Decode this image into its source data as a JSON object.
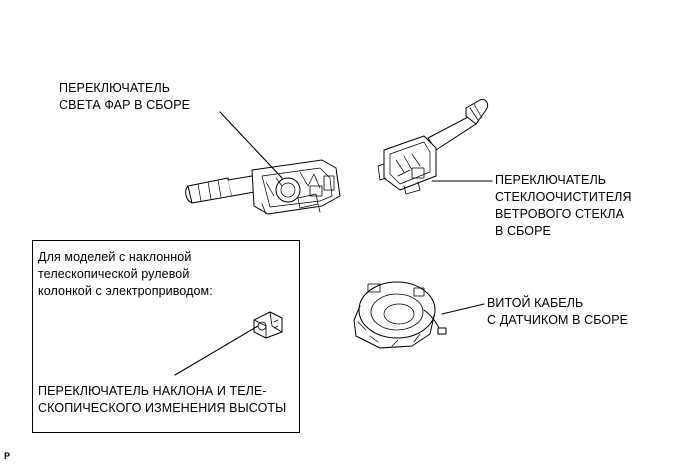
{
  "labels": {
    "headlight_switch": "ПЕРЕКЛЮЧАТЕЛЬ\nСВЕТА ФАР В СБОРЕ",
    "wiper_switch": "ПЕРЕКЛЮЧАТЕЛЬ\nСТЕКЛООЧИСТИТЕЛЯ\nВЕТРОВОГО СТЕКЛА\nВ СБОРЕ",
    "spiral_cable": "ВИТОЙ КАБЕЛЬ\nС ДАТЧИКОМ В СБОРЕ",
    "inset_note": "Для моделей с наклонной\nтелескопической рулевой\nколонкой с электроприводом:",
    "tilt_switch": "ПЕРЕКЛЮЧАТЕЛЬ НАКЛОНА И ТЕЛЕ-\nСКОПИЧЕСКОГО ИЗМЕНЕНИЯ ВЫСОТЫ"
  },
  "page_code": "P"
}
